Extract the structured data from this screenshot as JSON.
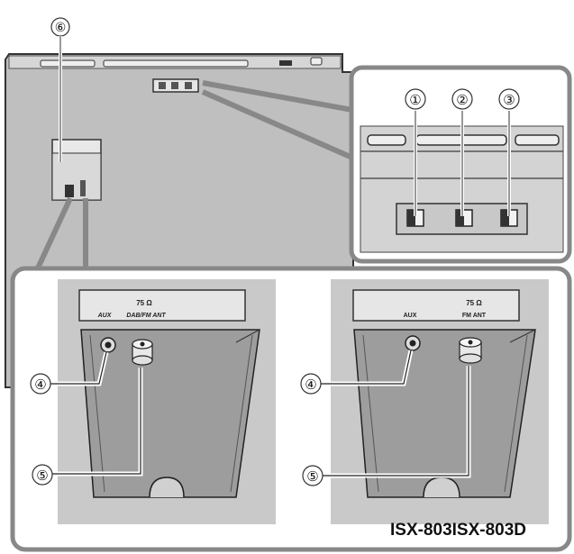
{
  "callouts": {
    "c1": "①",
    "c2": "②",
    "c3": "③",
    "c4a": "④",
    "c5a": "⑤",
    "c4b": "④",
    "c5b": "⑤",
    "c6": "⑥"
  },
  "panels": {
    "left": {
      "impedance": "75 Ω",
      "aux_label": "AUX",
      "antenna_label": "DAB/FM ANT"
    },
    "right": {
      "impedance": "75 Ω",
      "aux_label": "AUX",
      "antenna_label": "FM ANT"
    }
  },
  "model_label": "ISX-803ISX-803D"
}
